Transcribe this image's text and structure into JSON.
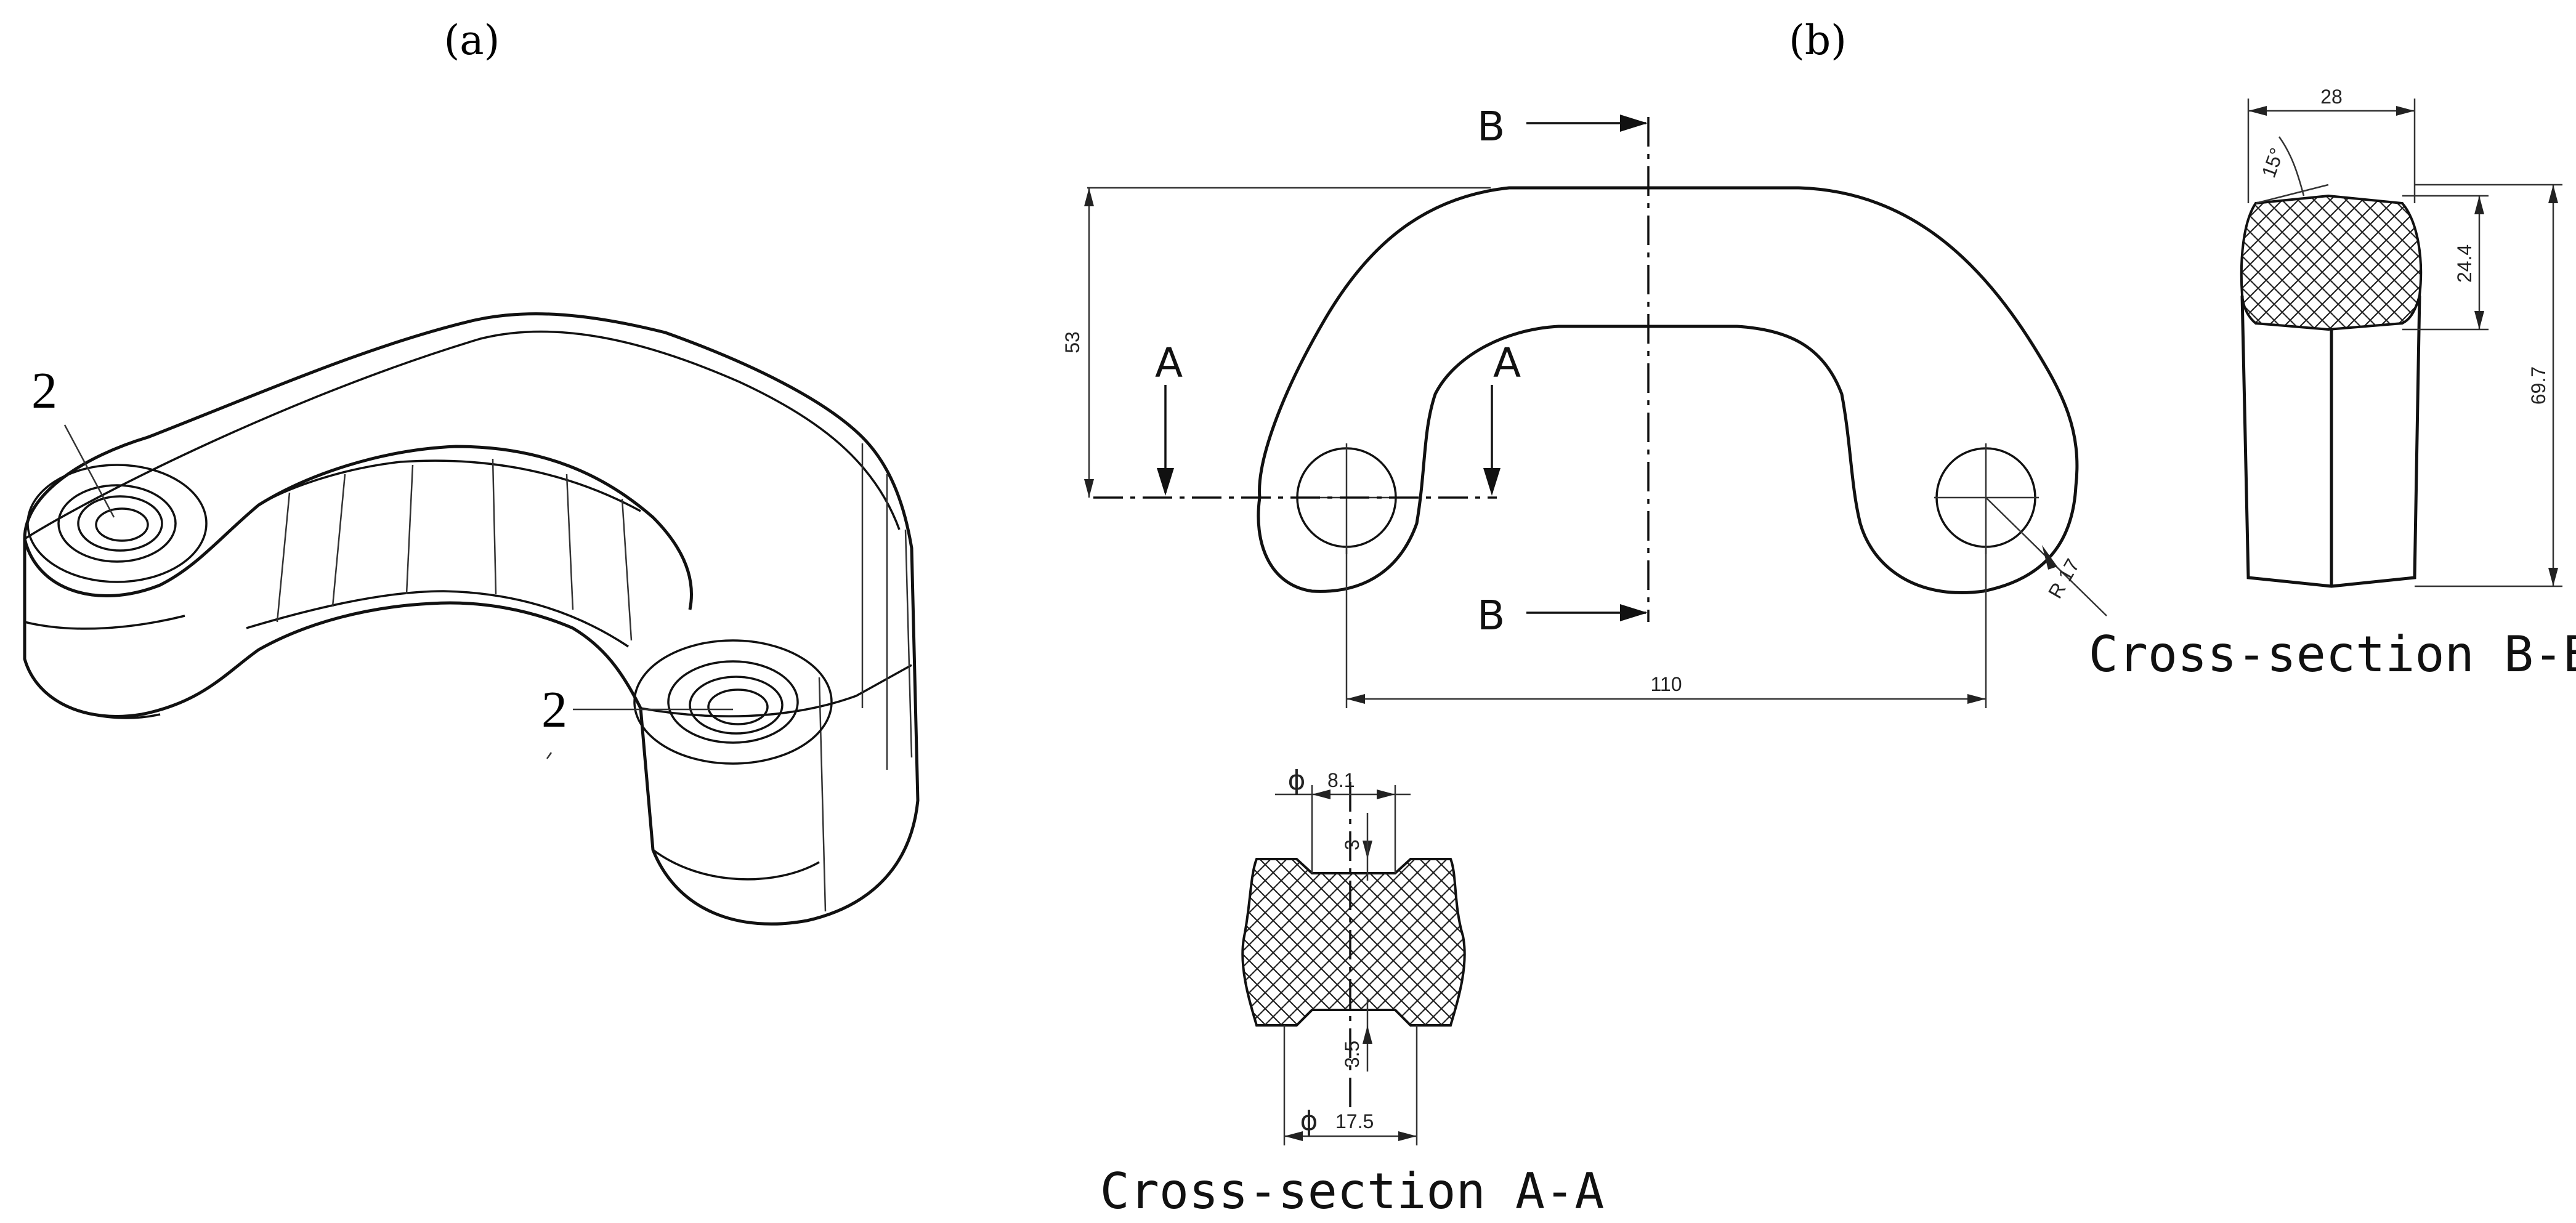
{
  "panels": {
    "a": {
      "label": "(a)",
      "callouts": [
        "2",
        "2"
      ]
    },
    "b": {
      "label": "(b)"
    }
  },
  "drawing": {
    "section_marks": {
      "a": "A",
      "b": "B"
    },
    "dimensions": {
      "height_53": "53",
      "span_110": "110",
      "radius_17": "R 17",
      "width_28": "28",
      "angle_15": "15°",
      "height_24_4": "24.4",
      "height_69_7": "69.7",
      "dia_symbol": "ϕ",
      "dia_8_1": "8.1",
      "depth_3": "3",
      "depth_3_5": "3.5",
      "dia_17_5": "17.5"
    },
    "captions": {
      "section_a": "Cross-section A-A",
      "section_b": "Cross-section B-B"
    }
  }
}
